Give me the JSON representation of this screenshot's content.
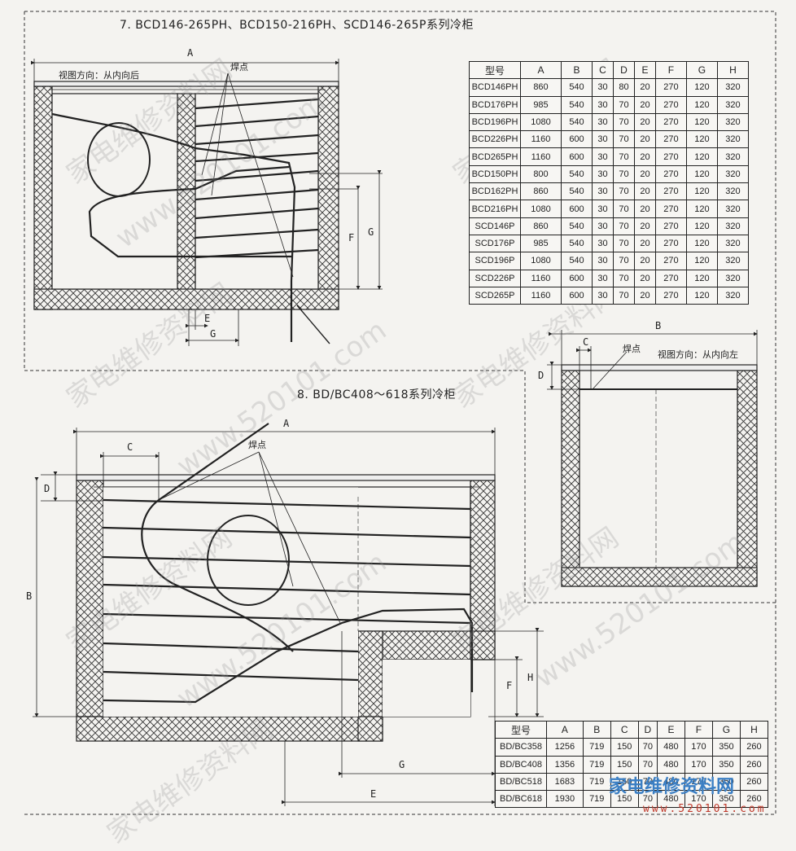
{
  "section7": {
    "title": "7. BCD146-265PH、BCD150-216PH、SCD146-265P系列冷柜",
    "view_note": "视图方向：从内向后",
    "weld_label": "焊点",
    "dims": {
      "A": "A",
      "E": "E",
      "F": "F",
      "G": "G",
      "G2": "G"
    }
  },
  "side_view": {
    "view_note": "视图方向：从内向左",
    "weld_label": "焊点",
    "dims": {
      "B": "B",
      "C": "C",
      "D": "D"
    }
  },
  "section8": {
    "title": "8. BD/BC408～618系列冷柜",
    "weld_label": "焊点",
    "dims": {
      "A": "A",
      "B": "B",
      "C": "C",
      "D": "D",
      "E": "E",
      "F": "F",
      "G": "G",
      "H": "H"
    }
  },
  "table1": {
    "headers": [
      "型号",
      "A",
      "B",
      "C",
      "D",
      "E",
      "F",
      "G",
      "H"
    ],
    "rows": [
      [
        "BCD146PH",
        "860",
        "540",
        "30",
        "80",
        "20",
        "270",
        "120",
        "320"
      ],
      [
        "BCD176PH",
        "985",
        "540",
        "30",
        "70",
        "20",
        "270",
        "120",
        "320"
      ],
      [
        "BCD196PH",
        "1080",
        "540",
        "30",
        "70",
        "20",
        "270",
        "120",
        "320"
      ],
      [
        "BCD226PH",
        "1160",
        "600",
        "30",
        "70",
        "20",
        "270",
        "120",
        "320"
      ],
      [
        "BCD265PH",
        "1160",
        "600",
        "30",
        "70",
        "20",
        "270",
        "120",
        "320"
      ],
      [
        "BCD150PH",
        "800",
        "540",
        "30",
        "70",
        "20",
        "270",
        "120",
        "320"
      ],
      [
        "BCD162PH",
        "860",
        "540",
        "30",
        "70",
        "20",
        "270",
        "120",
        "320"
      ],
      [
        "BCD216PH",
        "1080",
        "600",
        "30",
        "70",
        "20",
        "270",
        "120",
        "320"
      ],
      [
        "SCD146P",
        "860",
        "540",
        "30",
        "70",
        "20",
        "270",
        "120",
        "320"
      ],
      [
        "SCD176P",
        "985",
        "540",
        "30",
        "70",
        "20",
        "270",
        "120",
        "320"
      ],
      [
        "SCD196P",
        "1080",
        "540",
        "30",
        "70",
        "20",
        "270",
        "120",
        "320"
      ],
      [
        "SCD226P",
        "1160",
        "600",
        "30",
        "70",
        "20",
        "270",
        "120",
        "320"
      ],
      [
        "SCD265P",
        "1160",
        "600",
        "30",
        "70",
        "20",
        "270",
        "120",
        "320"
      ]
    ]
  },
  "table2": {
    "headers": [
      "型号",
      "A",
      "B",
      "C",
      "D",
      "E",
      "F",
      "G",
      "H"
    ],
    "rows": [
      [
        "BD/BC358",
        "1256",
        "719",
        "150",
        "70",
        "480",
        "170",
        "350",
        "260"
      ],
      [
        "BD/BC408",
        "1356",
        "719",
        "150",
        "70",
        "480",
        "170",
        "350",
        "260"
      ],
      [
        "BD/BC518",
        "1683",
        "719",
        "150",
        "70",
        "480",
        "170",
        "350",
        "260"
      ],
      [
        "BD/BC618",
        "1930",
        "719",
        "150",
        "70",
        "480",
        "170",
        "350",
        "260"
      ]
    ]
  },
  "watermark": {
    "site_name": "家电维修资料网",
    "site_url": "www.520101.com"
  },
  "colors": {
    "line": "#222222",
    "logo": "#3b7fc4",
    "logo_sub": "#c0392b"
  }
}
